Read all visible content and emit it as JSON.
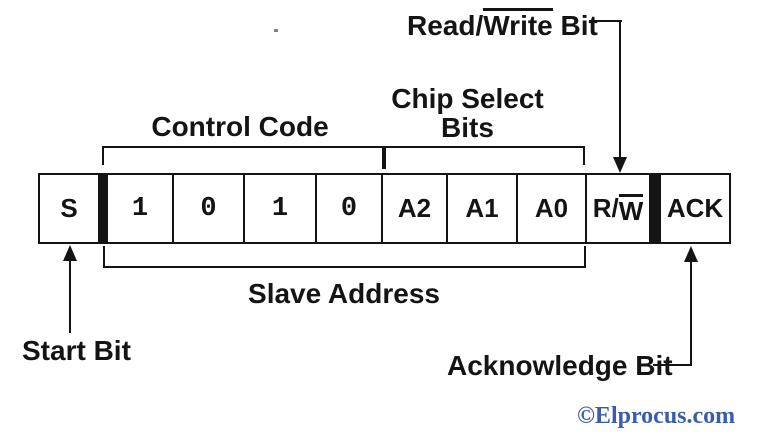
{
  "labels": {
    "read_write_bit": {
      "pre": "Read/",
      "overlined": "Write",
      "post": " Bit"
    },
    "chip_select_line1": "Chip Select",
    "chip_select_line2": "Bits",
    "control_code": "Control Code",
    "slave_address": "Slave Address",
    "start_bit": "Start Bit",
    "acknowledge_bit": "Acknowledge Bit"
  },
  "frame": {
    "start": "S",
    "control_code_bits": [
      "1",
      "0",
      "1",
      "0"
    ],
    "chip_select_bits": [
      "A2",
      "A1",
      "A0"
    ],
    "read_write": {
      "pre": "R/",
      "overlined": "W"
    },
    "ack": "ACK"
  },
  "colors": {
    "ink": "#141414",
    "watermark_blue": "#3a5cad"
  },
  "watermark": {
    "text": "©Elprocus.com"
  }
}
